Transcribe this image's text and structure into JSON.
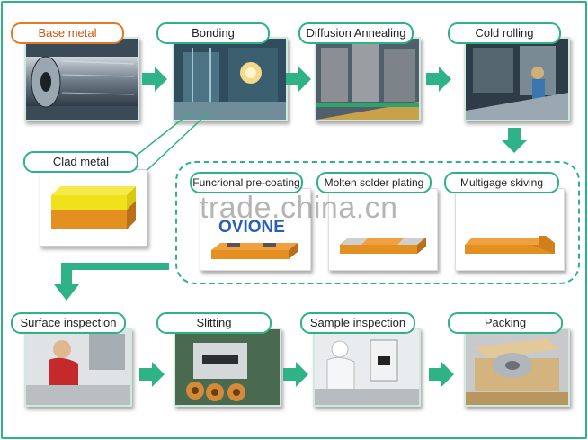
{
  "colors": {
    "accent": "#2fb386",
    "highlight": "#e07a28",
    "copper": "#e39020",
    "cladTop": "#f0e21a"
  },
  "top_row": [
    {
      "label": "Base metal"
    },
    {
      "label": "Bonding"
    },
    {
      "label": "Diffusion Annealing"
    },
    {
      "label": "Cold rolling"
    }
  ],
  "clad": {
    "label": "Clad metal"
  },
  "processes": [
    {
      "label": "Funcrional pre-coating",
      "logo": "OVIONE"
    },
    {
      "label": "Molten solder plating"
    },
    {
      "label": "Multigage skiving"
    }
  ],
  "bottom_row": [
    {
      "label": "Surface inspection"
    },
    {
      "label": "Slitting"
    },
    {
      "label": "Sample inspection"
    },
    {
      "label": "Packing"
    }
  ],
  "watermark": "trade.china.cn"
}
